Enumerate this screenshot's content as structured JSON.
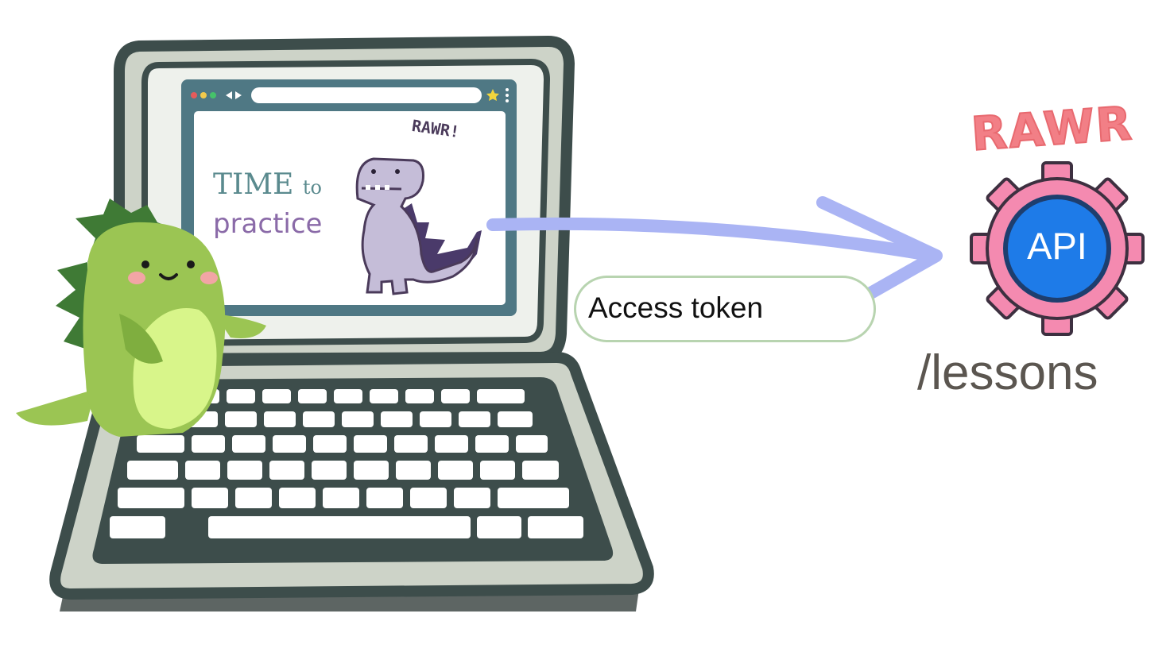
{
  "screen": {
    "title_time": "TIME",
    "title_to": "to",
    "title_practice": "practice",
    "rawr_small": "RAWR!"
  },
  "token": {
    "label": "Access token",
    "icon": "crown-coin-icon"
  },
  "api": {
    "label": "API",
    "endpoint": "/lessons",
    "rawr": "RAWR",
    "icon": "gear-icon"
  },
  "colors": {
    "laptop_body": "#cdd3c8",
    "laptop_outline": "#3d4d4b",
    "screen_frame": "#4f7884",
    "arrow": "#aab4f4",
    "gear": "#f48ab0",
    "api_circle": "#1e7be8",
    "dino_green": "#9bc553",
    "dino_purple": "#c5bdd8",
    "rawr_pink": "#f27f86"
  }
}
